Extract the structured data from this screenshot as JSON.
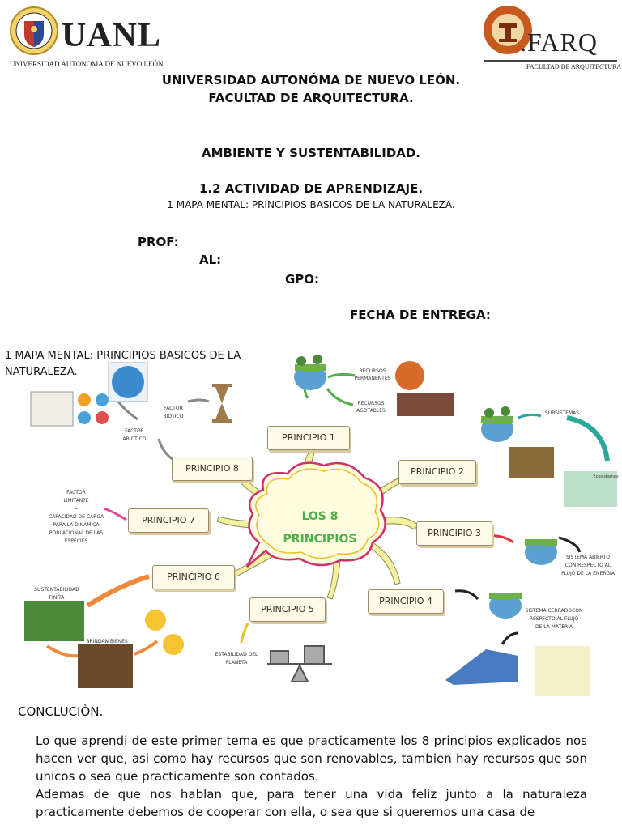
{
  "header": {
    "left_logo_text": "UANL",
    "left_logo_caption": "UNIVERSIDAD AUTÓNOMA DE NUEVO LEÓN",
    "right_logo_text": ".FARQ",
    "right_logo_caption": "FACULTAD DE ARQUITECTURA"
  },
  "titles": {
    "university": "UNIVERSIDAD AUTONÓMA DE NUEVO LEÓN.",
    "faculty": "FACULTAD DE ARQUITECTURA.",
    "subject": "AMBIENTE Y SUSTENTABILIDAD.",
    "activity": "1.2 ACTIVIDAD DE APRENDIZAJE.",
    "activity_sub": "1 MAPA MENTAL: PRINCIPIOS BASICOS DE LA NATURALEZA."
  },
  "fields": {
    "prof": "PROF:",
    "al": "AL:",
    "gpo": "GPO:",
    "fecha": "FECHA DE ENTREGA:"
  },
  "map": {
    "caption_line1": "1 MAPA MENTAL: PRINCIPIOS BASICOS DE LA",
    "caption_line2": "NATURALEZA.",
    "center_line1": "LOS 8",
    "center_line2": "PRINCIPIOS",
    "principles": [
      "PRINCIPIO 1",
      "PRINCIPIO 2",
      "PRINCIPIO 3",
      "PRINCIPIO 4",
      "PRINCIPIO 5",
      "PRINCIPIO 6",
      "PRINCIPIO 7",
      "PRINCIPIO 8"
    ],
    "notes": {
      "recursos_perm_1": "RECURSOS",
      "recursos_perm_2": "PERMANENTES",
      "recursos_ago_1": "RECURSOS",
      "recursos_ago_2": "AGOTABLES",
      "subsistemas": "SUBSISTEMAS",
      "ecosistemas": "Ecosistemas",
      "sistema_abierto_1": "SISTEMA ABIERTO",
      "sistema_abierto_2": "CON RESPECTO AL",
      "sistema_abierto_3": "FLUJO DE LA ENERGIA",
      "sistema_cerrado_1": "SISTEMA CERRADOCON",
      "sistema_cerrado_2": "RESPECTO AL FLUJO",
      "sistema_cerrado_3": "DE LA MATERIA",
      "estabilidad_1": "ESTABILIDAD DEL",
      "estabilidad_2": "PLANETA",
      "sustentabilidad_1": "SUSTENTABILIDAD",
      "sustentabilidad_2": "FINITA",
      "brindan": "BRINDAN BIENES",
      "factor_lim_1": "FACTOR",
      "factor_lim_2": "LIMITANTE",
      "factor_lim_3": "=",
      "capacidad_1": "CAPACIDAD DE CARGA",
      "capacidad_2": "PARA LA DINAMICA",
      "capacidad_3": "POBLACIONAL DE LAS",
      "capacidad_4": "ESPECIES",
      "biotico_1": "FACTOR",
      "biotico_2": "BIOTICO",
      "abiotico_1": "FACTOR",
      "abiotico_2": "ABIOTICO"
    }
  },
  "conclusion": {
    "heading": "CONCLUCIÒN.",
    "p1": "Lo que aprendi de este primer tema es que practicamente los 8 principios explicados nos hacen ver que, asi como hay recursos que son renovables, tambien hay recursos que son unicos o sea que practicamente son contados.",
    "p2": "Ademas de que nos hablan que, para tener una vida feliz junto a la naturaleza practicamente debemos de cooperar con ella, o sea que si queremos una casa de"
  }
}
